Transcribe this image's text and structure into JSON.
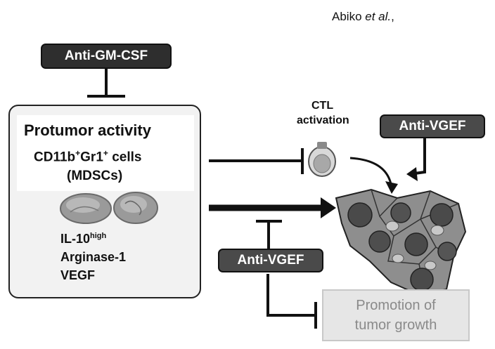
{
  "citation": {
    "author": "Abiko ",
    "etal": "et al.",
    "suffix": ","
  },
  "inhibitors": {
    "gm_csf": "Anti-GM-CSF",
    "vgef_top": "Anti-VGEF",
    "vgef_mid": "Anti-VGEF"
  },
  "protumor_box": {
    "title": "Protumor activity",
    "cells_prefix": "CD11b",
    "cells_sup1": "+",
    "cells_mid": "Gr1",
    "cells_sup2": "+",
    "cells_suffix": " cells",
    "mdsc": "(MDSCs)",
    "factor1_main": "IL-10",
    "factor1_sup": "high",
    "factor2": "Arginase-1",
    "factor3": "VEGF"
  },
  "ctl": {
    "line1": "CTL",
    "line2": "activation"
  },
  "outcome": {
    "line1": "Promotion of",
    "line2": "tumor growth"
  }
}
